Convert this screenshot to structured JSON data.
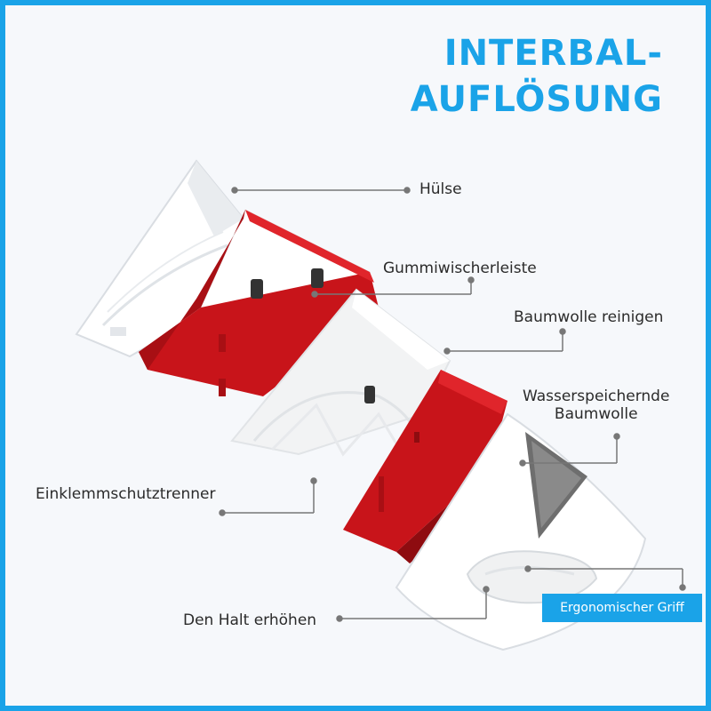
{
  "title": {
    "line1": "INTERBAL-",
    "line2": "AUFLÖSUNG"
  },
  "labels": {
    "huelse": "Hülse",
    "gummi": "Gummiwischerleiste",
    "baumwolle": "Baumwolle reinigen",
    "wasser1": "Wasserspeichernde",
    "wasser2": "Baumwolle",
    "einklemm": "Einklemmschutztrenner",
    "halt": "Den Halt erhöhen",
    "griff": "Ergonomischer Griff"
  },
  "colors": {
    "accent": "#1aa3e8",
    "red": "#c8141a",
    "white": "#ffffff",
    "leader": "#777777"
  }
}
